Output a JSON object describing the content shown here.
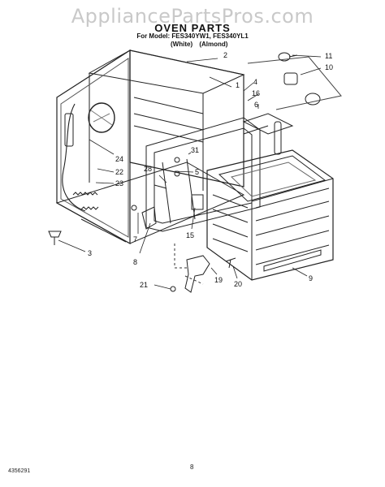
{
  "watermark": "AppliancePartsPros.com",
  "title": "OVEN PARTS",
  "model_line": "For Model: FES340YW1, FES340YL1",
  "colors": [
    "(White)",
    "(Almond)"
  ],
  "footer_code": "4356291",
  "page_number": "8",
  "callouts": [
    "11",
    "10",
    "2",
    "1",
    "4",
    "16",
    "6",
    "31",
    "28",
    "5",
    "24",
    "22",
    "23",
    "3",
    "7",
    "8",
    "15",
    "9",
    "19",
    "20",
    "21"
  ]
}
